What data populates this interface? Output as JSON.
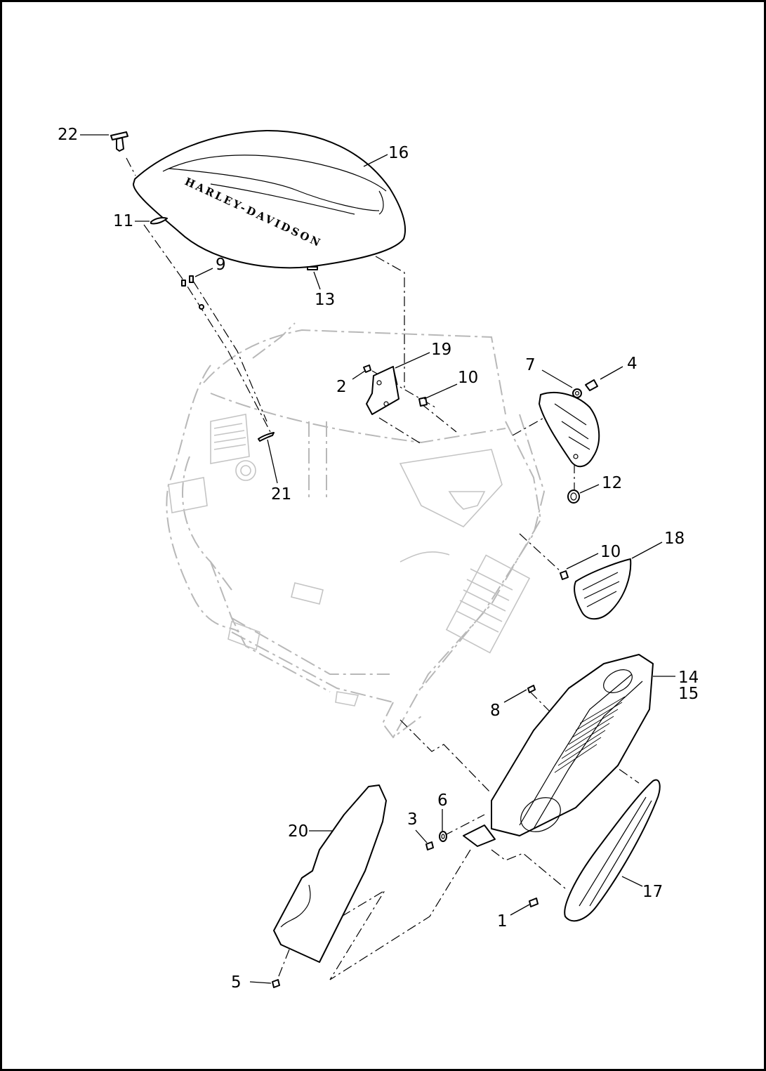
{
  "diagram": {
    "callouts": [
      {
        "id": "c1",
        "label": "1"
      },
      {
        "id": "c2",
        "label": "2"
      },
      {
        "id": "c3",
        "label": "3"
      },
      {
        "id": "c4",
        "label": "4"
      },
      {
        "id": "c5",
        "label": "5"
      },
      {
        "id": "c6",
        "label": "6"
      },
      {
        "id": "c7",
        "label": "7"
      },
      {
        "id": "c8",
        "label": "8"
      },
      {
        "id": "c9",
        "label": "9"
      },
      {
        "id": "c10a",
        "label": "10"
      },
      {
        "id": "c10b",
        "label": "10"
      },
      {
        "id": "c11",
        "label": "11"
      },
      {
        "id": "c12",
        "label": "12"
      },
      {
        "id": "c13",
        "label": "13"
      },
      {
        "id": "c14",
        "label": "14"
      },
      {
        "id": "c15",
        "label": "15"
      },
      {
        "id": "c16",
        "label": "16"
      },
      {
        "id": "c17",
        "label": "17"
      },
      {
        "id": "c18",
        "label": "18"
      },
      {
        "id": "c19",
        "label": "19"
      },
      {
        "id": "c20",
        "label": "20"
      },
      {
        "id": "c21",
        "label": "21"
      },
      {
        "id": "c22",
        "label": "22"
      }
    ],
    "logo_text": "HARLEY-DAVIDSON"
  }
}
